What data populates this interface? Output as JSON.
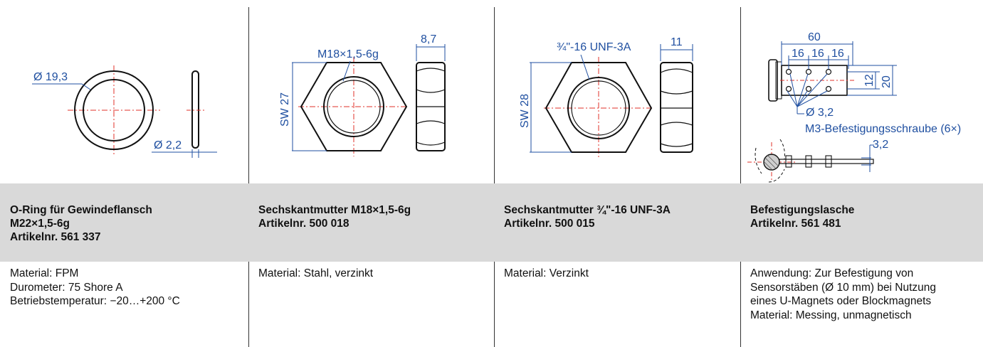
{
  "columns": [
    {
      "header": [
        "O-Ring für Gewindeflansch",
        "M22×1,5-6g",
        "Artikelnr. 561 337"
      ],
      "description": [
        "Material: FPM",
        "Durometer: 75 Shore A",
        "Betriebstemperatur: −20…+200 °C"
      ],
      "dims": {
        "outer": "Ø 19,3",
        "section": "Ø 2,2"
      }
    },
    {
      "header": [
        "Sechskantmutter M18×1,5-6g",
        "Artikelnr. 500 018"
      ],
      "description": [
        "Material: Stahl, verzinkt"
      ],
      "dims": {
        "thread": "M18×1,5-6g",
        "sw": "SW 27",
        "height": "8,7"
      }
    },
    {
      "header": [
        "Sechskantmutter ¾\"-16 UNF-3A",
        "Artikelnr. 500 015"
      ],
      "description": [
        "Material: Verzinkt"
      ],
      "dims": {
        "thread": "¾\"-16 UNF-3A",
        "sw": "SW 28",
        "height": "11"
      }
    },
    {
      "header": [
        "Befestigungslasche",
        "Artikelnr. 561 481"
      ],
      "description": [
        "Anwendung: Zur Befestigung von",
        "Sensorstäben (Ø 10 mm) bei Nutzung",
        "eines U-Magnets oder Blockmagnets",
        "Material: Messing, unmagnetisch"
      ],
      "dims": {
        "length": "60",
        "p1": "16",
        "p2": "16",
        "p3": "16",
        "h12": "12",
        "h20": "20",
        "hole": "Ø 3,2",
        "screw": "M3-Befestigungsschraube (6×)",
        "thick": "3,2"
      }
    }
  ],
  "colors": {
    "dimension": "#1f4fa0",
    "header_bg": "#d9d9d9",
    "centerline": "#e0302a"
  }
}
